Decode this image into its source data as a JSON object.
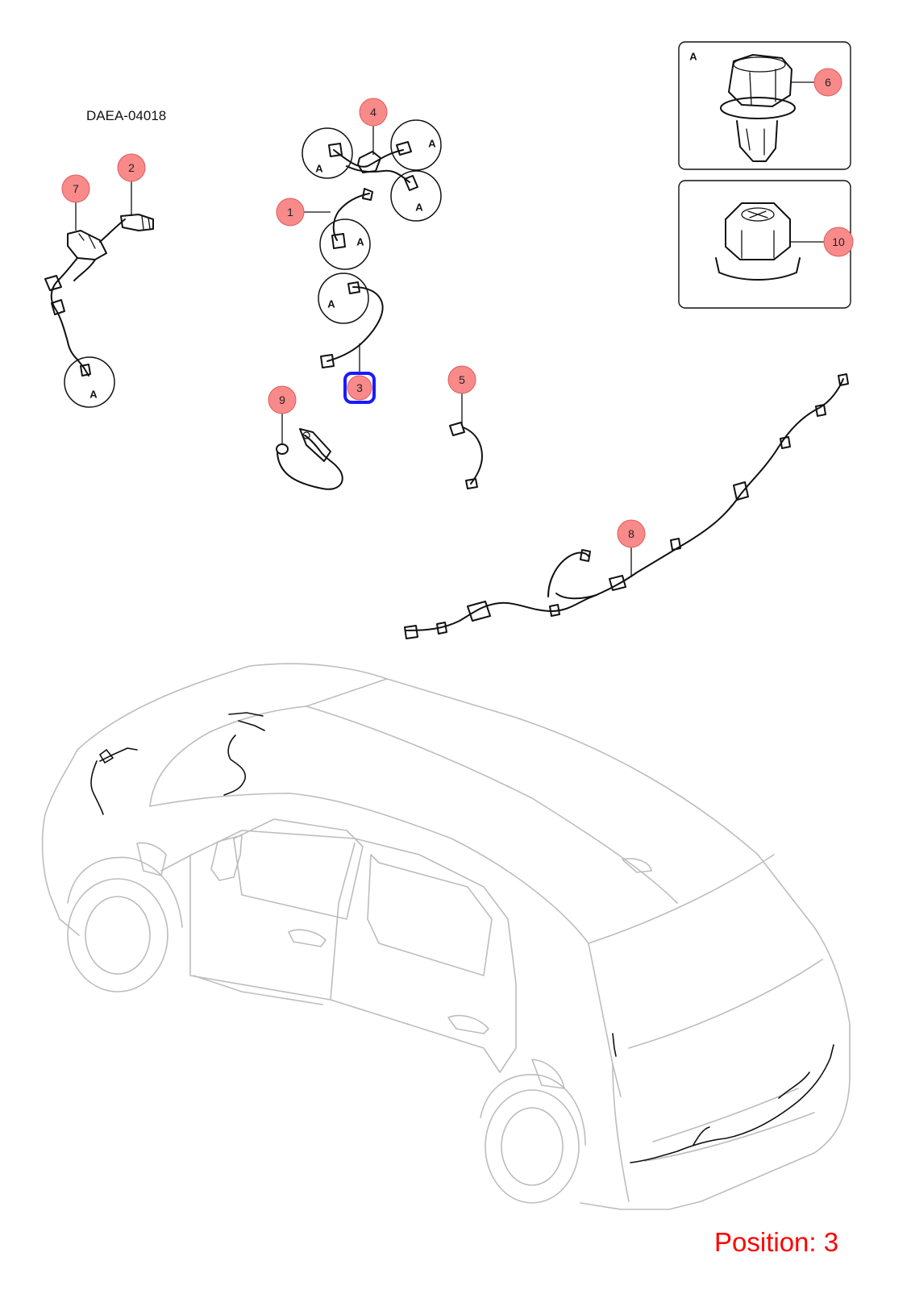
{
  "diagram": {
    "code": "DAEA-04018",
    "position_label": "Position: 3",
    "selected_callout": "3",
    "detail_letter": "A",
    "callouts": [
      {
        "id": "1"
      },
      {
        "id": "2"
      },
      {
        "id": "3"
      },
      {
        "id": "4"
      },
      {
        "id": "5"
      },
      {
        "id": "6"
      },
      {
        "id": "7"
      },
      {
        "id": "8"
      },
      {
        "id": "9"
      },
      {
        "id": "10"
      }
    ],
    "colors": {
      "callout_fill": "#f88a8a",
      "selected_outline": "#1a1aff",
      "position_text": "#ff0000",
      "car_outline": "#bdbdbd"
    }
  }
}
